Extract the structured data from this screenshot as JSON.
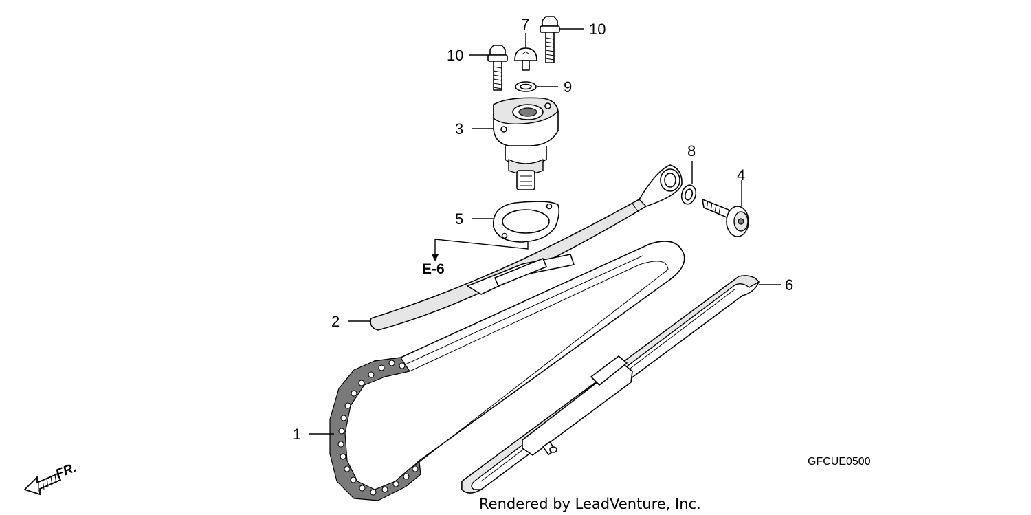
{
  "callouts": {
    "c1": "1",
    "c2": "2",
    "c3": "3",
    "c4": "4",
    "c5": "5",
    "c6": "6",
    "c7": "7",
    "c8": "8",
    "c9": "9",
    "c10a": "10",
    "c10b": "10"
  },
  "reference": "E-6",
  "diagram_code": "GFCUE0500",
  "credit": "Rendered by LeadVenture, Inc.",
  "direction_label": "FR."
}
